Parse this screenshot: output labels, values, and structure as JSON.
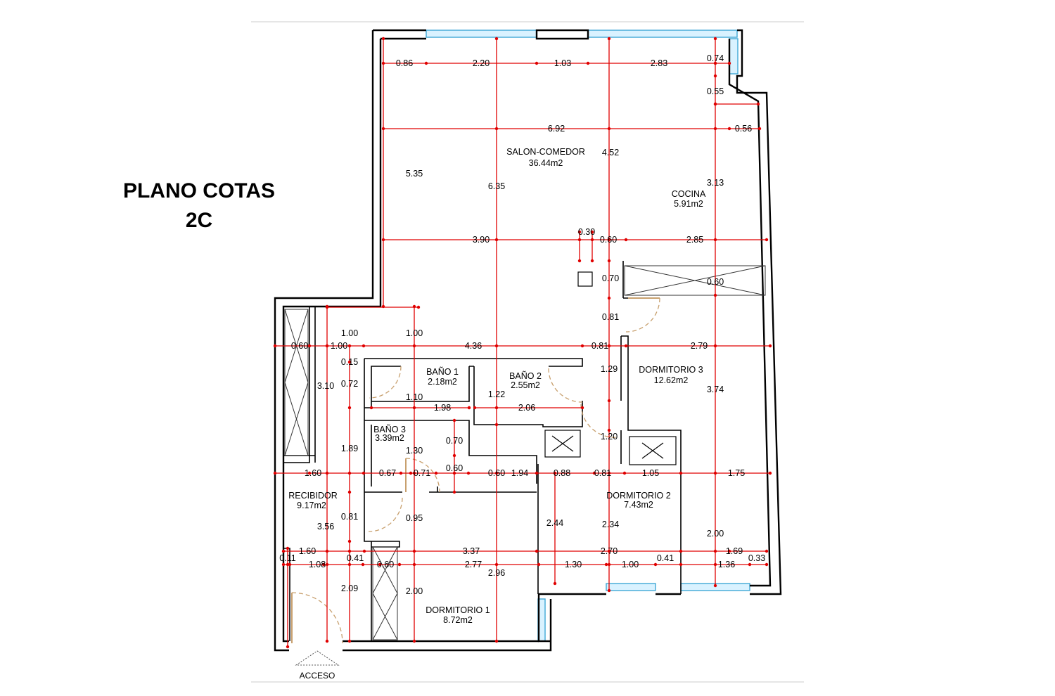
{
  "title": {
    "line1": "PLANO COTAS",
    "line2": "2C"
  },
  "access_label": "ACCESO",
  "rooms": [
    {
      "id": "salon",
      "name": "SALON-COMEDOR",
      "area": "36.44m2"
    },
    {
      "id": "cocina",
      "name": "COCINA",
      "area": "5.91m2"
    },
    {
      "id": "bano1",
      "name": "BAÑO 1",
      "area": "2.18m2"
    },
    {
      "id": "bano2",
      "name": "BAÑO 2",
      "area": "2.55m2"
    },
    {
      "id": "bano3",
      "name": "BAÑO 3",
      "area": "3.39m2"
    },
    {
      "id": "dorm3",
      "name": "DORMITORIO 3",
      "area": "12.62m2"
    },
    {
      "id": "dorm2",
      "name": "DORMITORIO 2",
      "area": "7.43m2"
    },
    {
      "id": "dorm1",
      "name": "DORMITORIO 1",
      "area": "8.72m2"
    },
    {
      "id": "recibidor",
      "name": "RECIBIDOR",
      "area": "9.17m2"
    }
  ],
  "dimensions": [
    "0.86",
    "2.20",
    "1.03",
    "2.83",
    "0.74",
    "0.55",
    "6.92",
    "0.56",
    "4.52",
    "5.35",
    "6.35",
    "3.13",
    "0.30",
    "3.90",
    "0.60",
    "2.85",
    "0.70",
    "0.60",
    "0.81",
    "1.00",
    "1.00",
    "0.60",
    "1.00",
    "4.36",
    "0.81",
    "2.79",
    "0.15",
    "1.29",
    "0.72",
    "3.10",
    "1.22",
    "3.74",
    "1.10",
    "1.98",
    "2.06",
    "0.70",
    "1.30",
    "1.89",
    "1.20",
    "1.60",
    "0.67",
    "0.71",
    "0.60",
    "0.60",
    "1.94",
    "0.88",
    "0.81",
    "1.05",
    "1.75",
    "0.81",
    "0.95",
    "2.44",
    "2.34",
    "3.56",
    "1.60",
    "3.37",
    "2.70",
    "1.69",
    "2.00",
    "0.11",
    "1.08",
    "0.41",
    "0.60",
    "2.77",
    "1.30",
    "1.00",
    "0.41",
    "1.36",
    "0.33",
    "2.09",
    "2.00",
    "2.96"
  ],
  "colors": {
    "walls": "#000000",
    "dimension_lines": "#e00000",
    "doors": "#c8a06e",
    "windows": "#3fa7d6"
  }
}
